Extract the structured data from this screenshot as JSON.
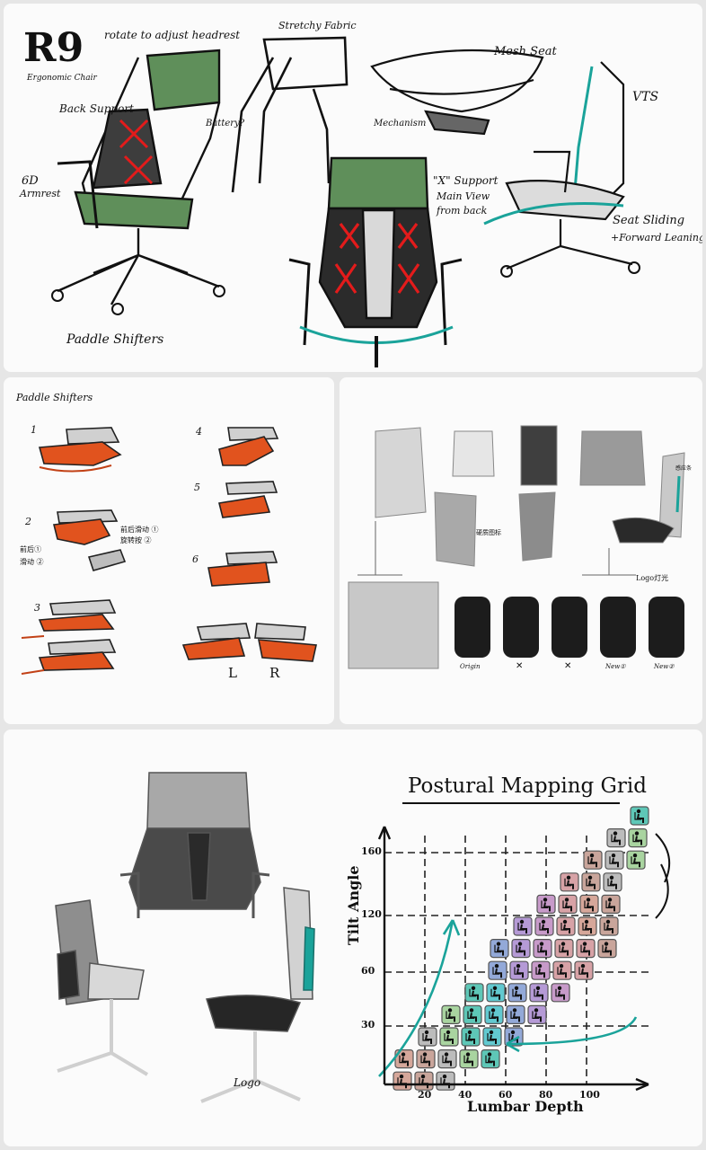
{
  "sheet1": {
    "title": "R9",
    "subtitle": "Ergonomic Chair",
    "notes": {
      "headrest": "rotate to adjust headrest",
      "back_support": "Back Support",
      "battery": "Battery?",
      "armrest_line1": "6D",
      "armrest_line2": "Armrest",
      "paddle": "Paddle Shifters",
      "fabric": "Stretchy Fabric",
      "mesh": "Mesh Seat",
      "mechanism": "Mechanism",
      "x_support": "\"X\" Support",
      "main_view": "Main View",
      "from_back": "from back",
      "vts": "VTS",
      "seat_sliding": "Seat Sliding",
      "forward_leaning": "+Forward Leaning"
    }
  },
  "sheet2": {
    "title": "Paddle Shifters",
    "steps": [
      "1",
      "2",
      "3",
      "4",
      "5",
      "6"
    ],
    "notes": [
      "前后滑动 ①",
      "旋转按 ②",
      "前后①",
      "滑动 ②"
    ],
    "left_label": "L",
    "right_label": "R"
  },
  "sheet3": {
    "notes": [
      "硬质图标",
      "感应条",
      "Logo灯光"
    ],
    "variant_labels": [
      "Origin",
      "✕",
      "✕",
      "New①",
      "New②"
    ]
  },
  "sheet4": {
    "logo_label": "Logo",
    "chart_title": "Postural Mapping Grid"
  },
  "chart_data": {
    "type": "heatmap",
    "title": "Postural Mapping Grid",
    "xlabel": "Lumbar Depth",
    "ylabel": "Tilt Angle",
    "x_ticks": [
      20,
      40,
      60,
      80,
      100
    ],
    "y_ticks": [
      30,
      60,
      120,
      160
    ],
    "grid": "dashed at ticks",
    "cells": "colored tiles of seated posture pictograms, arranged as a diagonal band rising from low lumbar depth / low tilt to high lumbar depth / high tilt",
    "colors": [
      "#d6a79a",
      "#c9a59b",
      "#bcbcbc",
      "#a9d4a0",
      "#5ec7b7",
      "#62c9d0",
      "#93a9d8",
      "#b59ad6",
      "#c79ac9",
      "#d7a2a6"
    ]
  }
}
